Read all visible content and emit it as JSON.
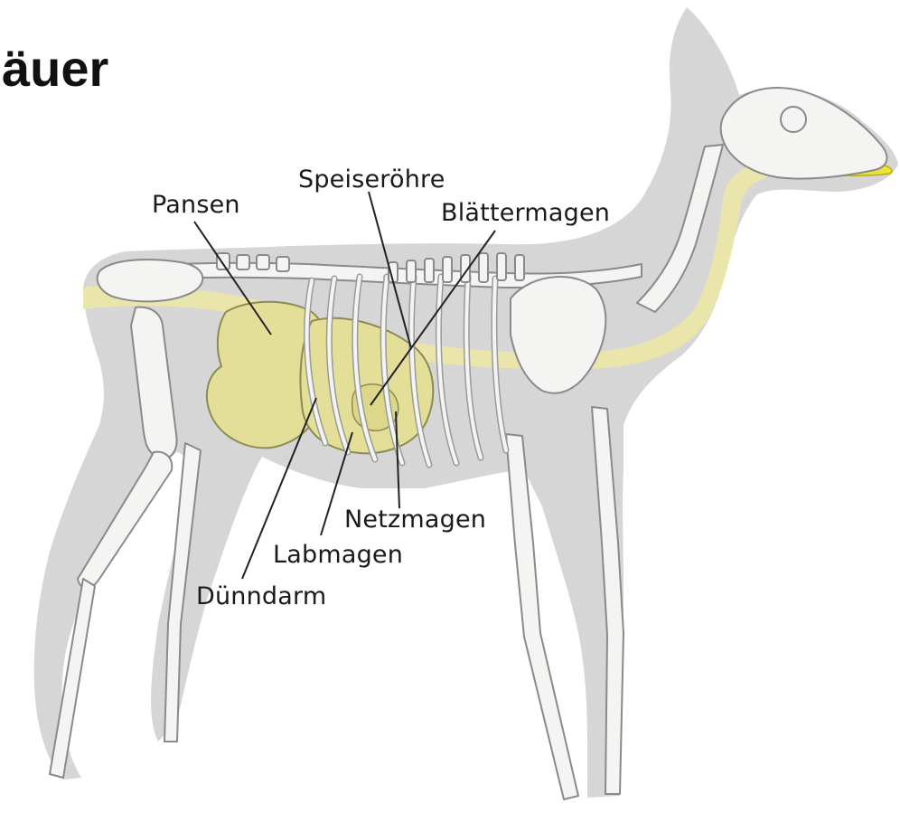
{
  "title": "äuer",
  "colors": {
    "silhouette": "#d6d6d6",
    "bone": "#f4f4f2",
    "bone_outline": "#8a8a8a",
    "digestive": "#e4df98",
    "digestive_outline": "#8e8a55",
    "esophagus": "#ece7a6",
    "jaw_highlight": "#ece630",
    "leader_line": "#222222"
  },
  "labels": {
    "pansen": "Pansen",
    "speiseroehre": "Speiseröhre",
    "blaettermagen": "Blättermagen",
    "netzmagen": "Netzmagen",
    "labmagen": "Labmagen",
    "duenndarm": "Dünndarm"
  },
  "icons": {
    "animal": "deer-skeleton-icon"
  }
}
